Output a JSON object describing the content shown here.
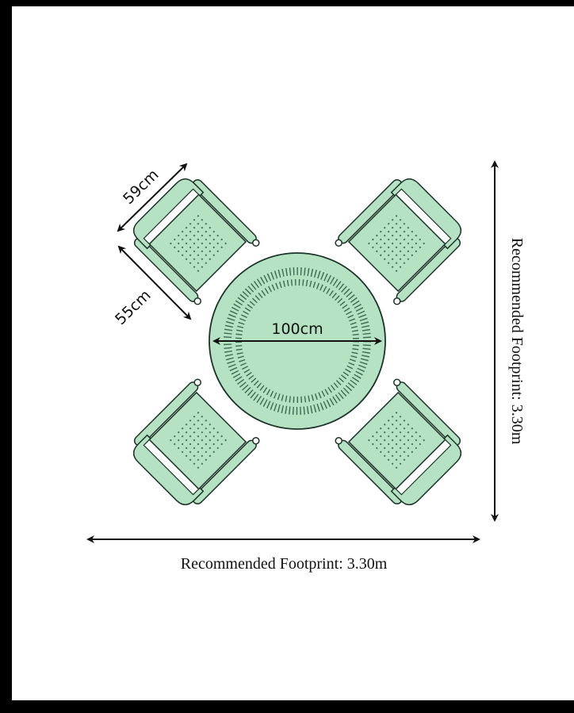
{
  "colors": {
    "fill": "#b4e2c3",
    "stroke": "#1c3328",
    "dots": "#3d6b52",
    "frame": "#000000"
  },
  "labels": {
    "chair_width": "59cm",
    "chair_depth": "55cm",
    "table_diameter": "100cm",
    "footprint_horizontal": "Recommended Footprint: 3.30m",
    "footprint_vertical": "Recommended Footprint: 3.30m"
  }
}
